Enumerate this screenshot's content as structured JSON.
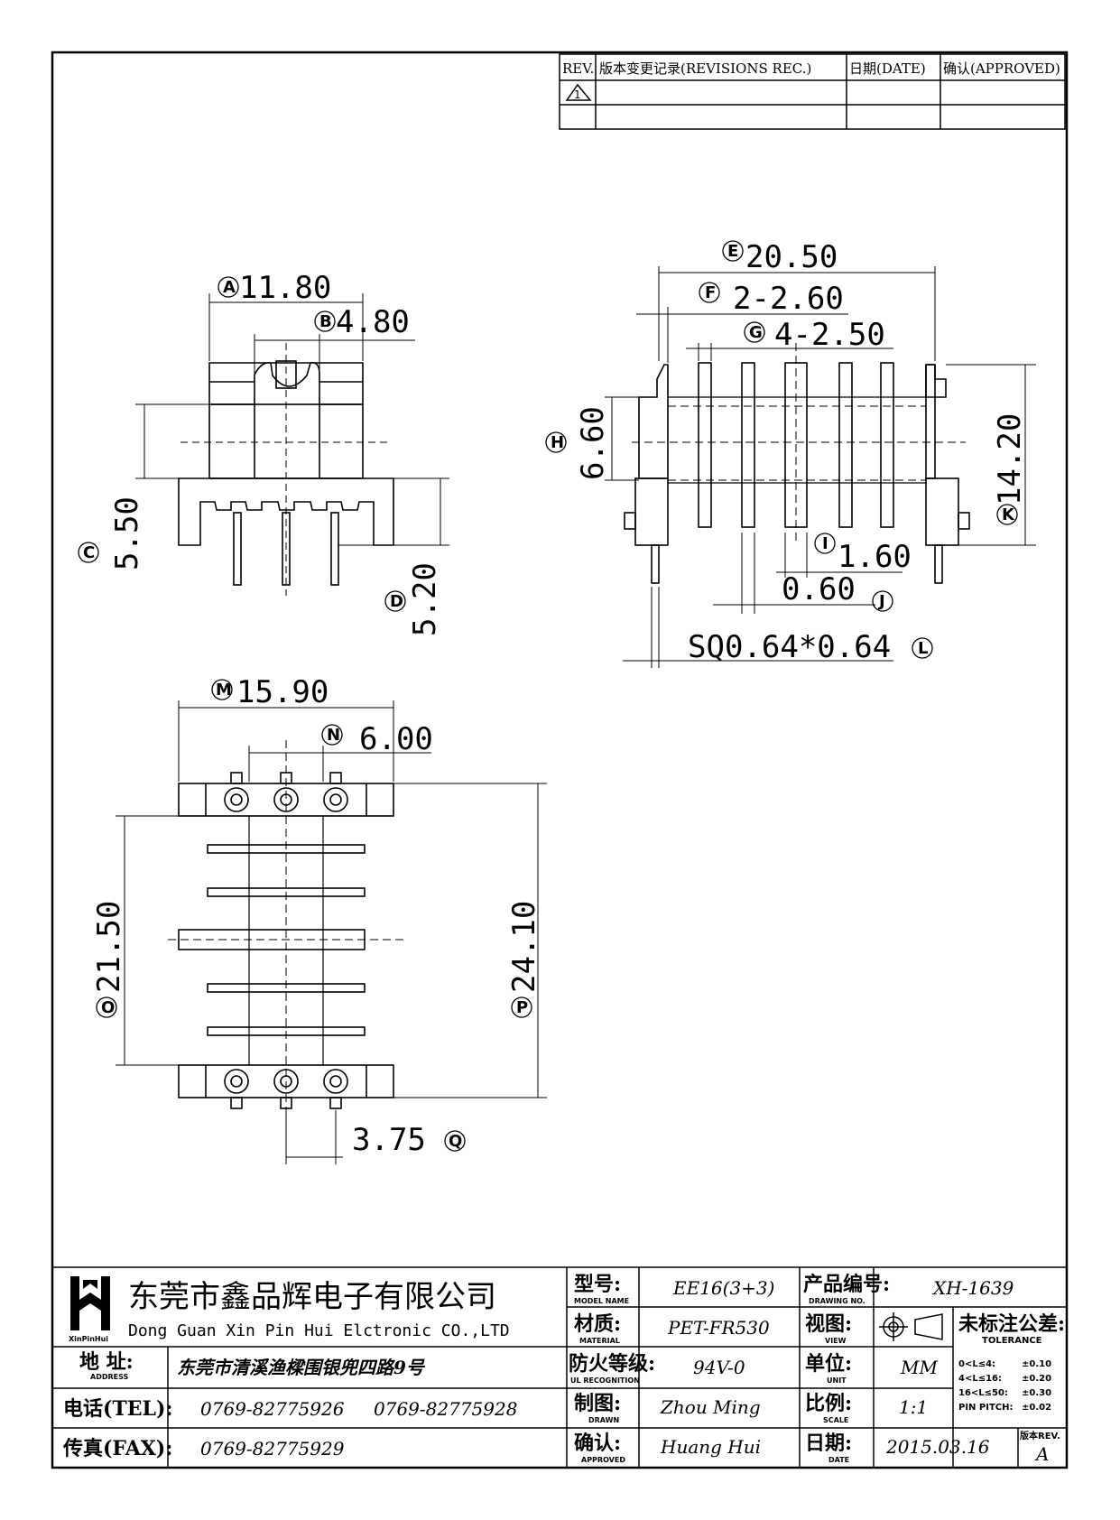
{
  "revisions": {
    "rev_header": "REV.",
    "record_header": "版本变更记录(REVISIONS REC.)",
    "date_header": "日期(DATE)",
    "approved_header": "确认(APPROVED)",
    "rev_symbol": "1"
  },
  "dimensions": {
    "A": {
      "code": "A",
      "value": "11.80"
    },
    "B": {
      "code": "B",
      "value": "4.80"
    },
    "C": {
      "code": "C",
      "value": "5.50"
    },
    "D": {
      "code": "D",
      "value": "5.20"
    },
    "E": {
      "code": "E",
      "value": "20.50"
    },
    "F": {
      "code": "F",
      "value": "2-2.60"
    },
    "G": {
      "code": "G",
      "value": "4-2.50"
    },
    "H": {
      "code": "H",
      "value": "6.60"
    },
    "I": {
      "code": "I",
      "value": "1.60"
    },
    "J": {
      "code": "J",
      "value": "0.60"
    },
    "K": {
      "code": "K",
      "value": "14.20"
    },
    "L": {
      "code": "L",
      "value": "SQ0.64*0.64"
    },
    "M": {
      "code": "M",
      "value": "15.90"
    },
    "N": {
      "code": "N",
      "value": "6.00"
    },
    "O": {
      "code": "O",
      "value": "21.50"
    },
    "P": {
      "code": "P",
      "value": "24.10"
    },
    "Q": {
      "code": "Q",
      "value": "3.75"
    }
  },
  "title_block": {
    "company_cn": "东莞市鑫品辉电子有限公司",
    "company_en": "Dong Guan Xin Pin Hui Elctronic CO.,LTD",
    "logo_text": "XinPinHui",
    "address_label": "地 址:",
    "address_sub": "ADDRESS",
    "address_value": "东莞市清溪渔樑围银兜四路9号",
    "tel_label": "电话(TEL):",
    "tel_value_1": "0769-82775926",
    "tel_value_2": "0769-82775928",
    "fax_label": "传真(FAX):",
    "fax_value": "0769-82775929",
    "model_label": "型号:",
    "model_sub": "MODEL NAME",
    "model_value": "EE16(3+3)",
    "material_label": "材质:",
    "material_sub": "MATERIAL",
    "material_value": "PET-FR530",
    "fire_label": "防火等级:",
    "fire_sub": "UL RECOGNITION",
    "fire_value": "94V-0",
    "drawn_label": "制图:",
    "drawn_sub": "DRAWN",
    "drawn_value": "Zhou Ming",
    "approved_label": "确认:",
    "approved_sub": "APPROVED",
    "approved_value": "Huang Hui",
    "drawing_no_label": "产品编号:",
    "drawing_no_sub": "DRAWING NO.",
    "drawing_no_value": "XH-1639",
    "view_label": "视图:",
    "view_sub": "VIEW",
    "unit_label": "单位:",
    "unit_sub": "UNIT",
    "unit_value": "MM",
    "scale_label": "比例:",
    "scale_sub": "SCALE",
    "scale_value": "1:1",
    "date_label": "日期:",
    "date_sub": "DATE",
    "date_value": "2015.03.16",
    "tolerance_label": "未标注公差:",
    "tolerance_sub": "TOLERANCE",
    "tolerance_rows": [
      {
        "range": "0<L≤4:",
        "value": "±0.10"
      },
      {
        "range": "4<L≤16:",
        "value": "±0.20"
      },
      {
        "range": "16<L≤50:",
        "value": "±0.30"
      },
      {
        "range": "PIN PITCH:",
        "value": "±0.02"
      }
    ],
    "rev_label": "版本REV.",
    "rev_value": "A"
  }
}
